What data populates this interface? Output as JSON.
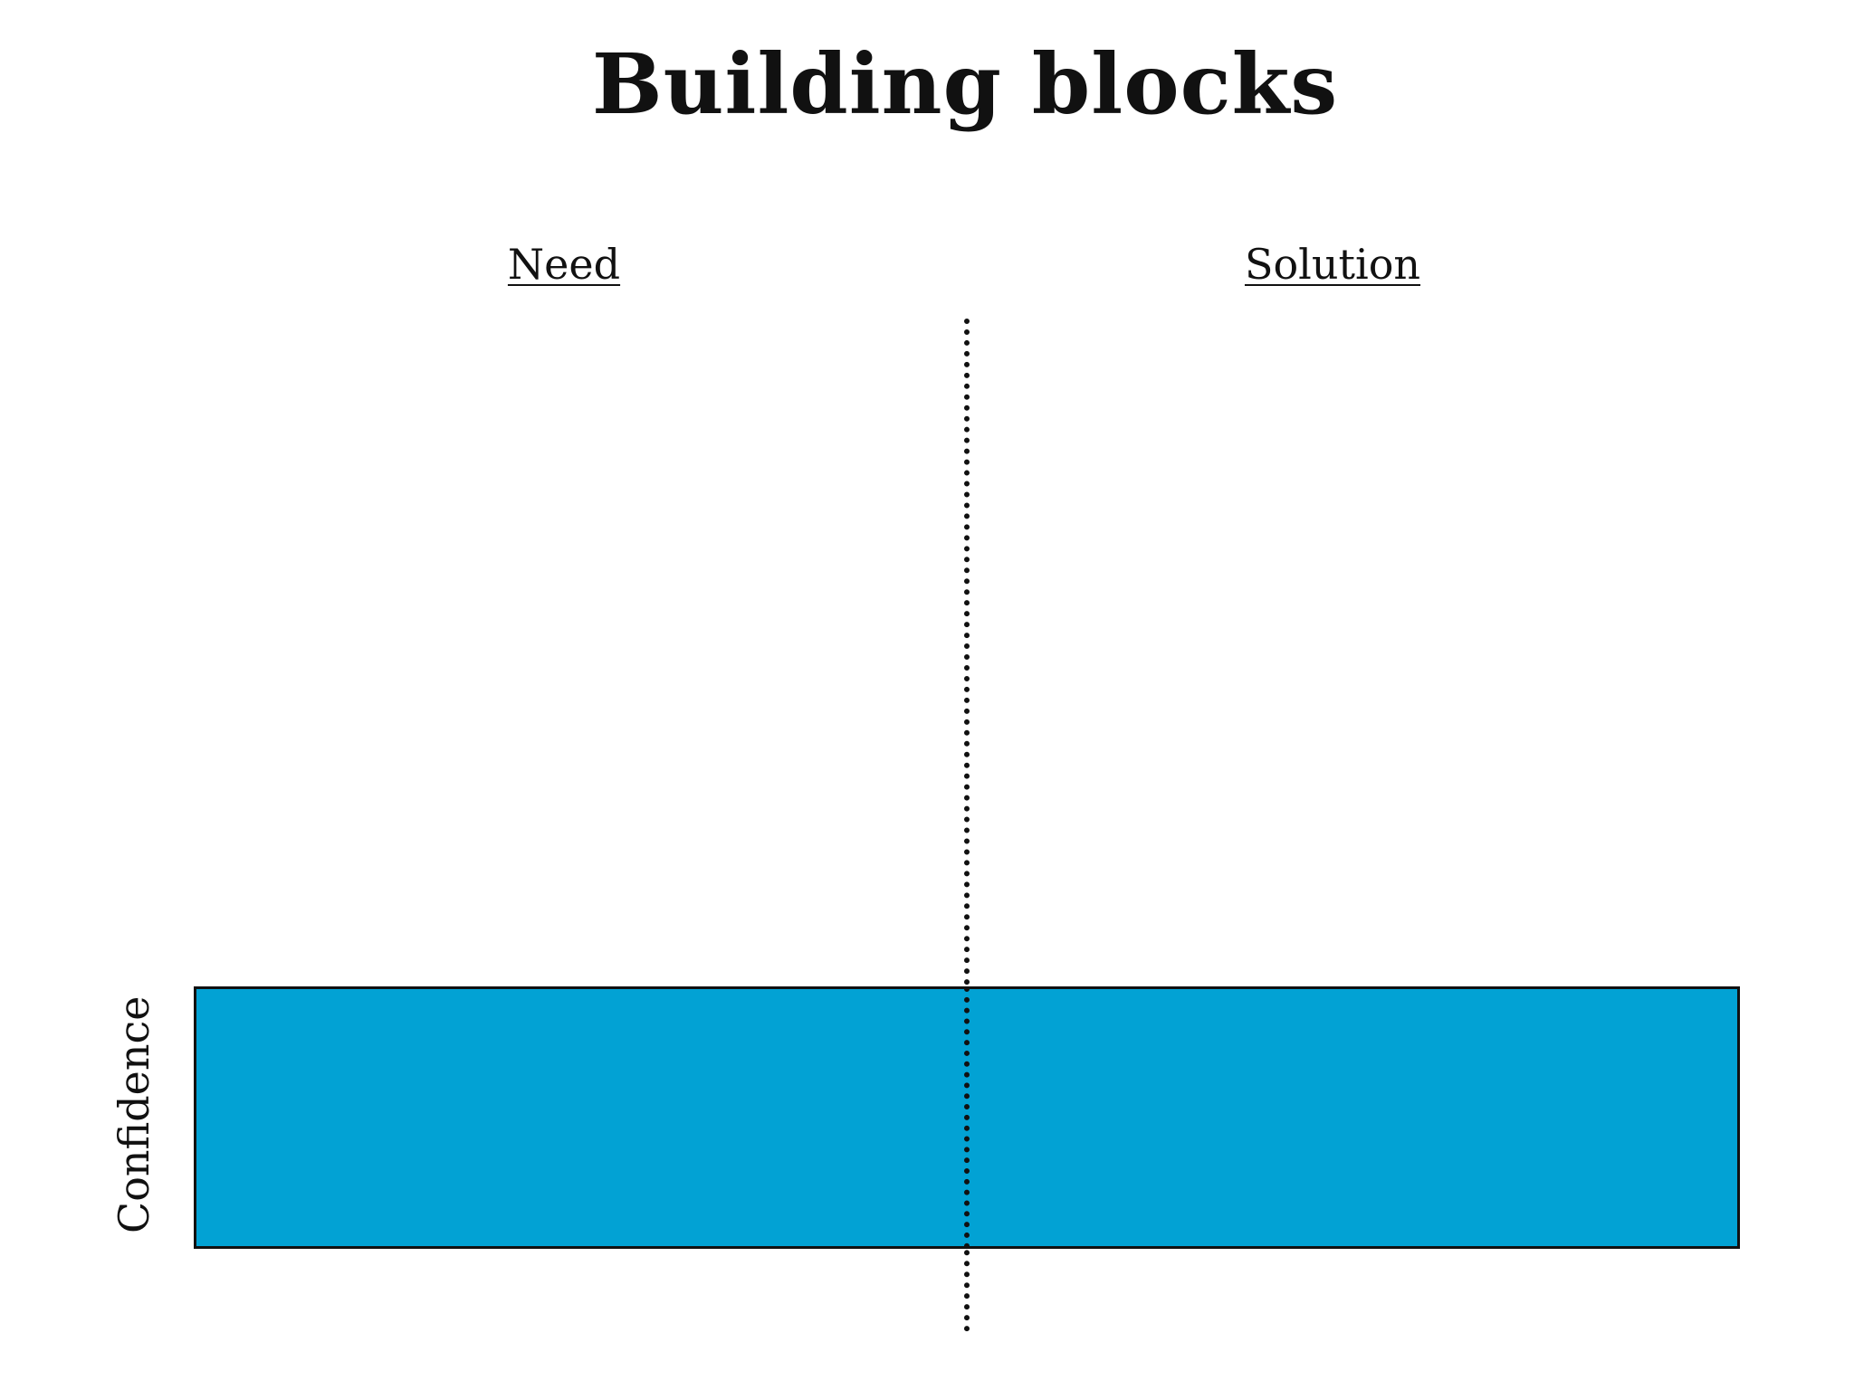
{
  "title": "Building blocks",
  "columns": {
    "need": "Need",
    "solution": "Solution"
  },
  "rows": {
    "confidence": "Confidence"
  },
  "colors": {
    "block_fill": "#02A2D4",
    "line": "#111111",
    "background": "#ffffff"
  }
}
